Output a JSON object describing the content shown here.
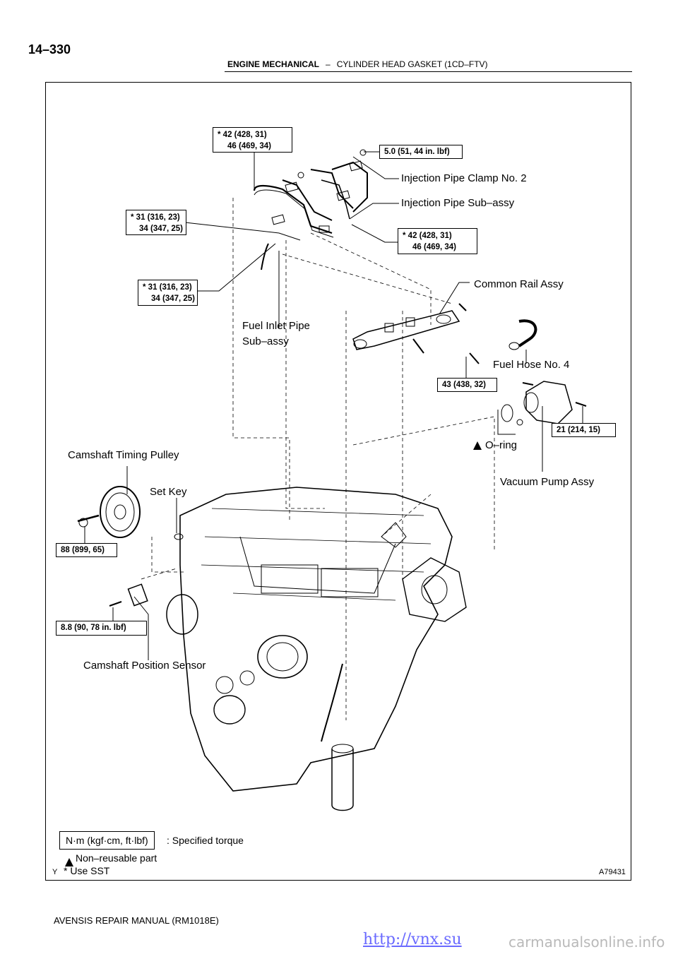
{
  "page": {
    "number": "14–330",
    "section": "ENGINE MECHANICAL",
    "separator": "–",
    "subsection": "CYLINDER HEAD GASKET (1CD–FTV)",
    "footer": "AVENSIS REPAIR MANUAL   (RM1018E)",
    "corner_code": "Y",
    "figure_id": "A79431",
    "watermark_url": "http://vnx.su",
    "watermark_site": "carmanualsonline.info"
  },
  "torques": {
    "t42_top_line1": "* 42 (428, 31)",
    "t42_top_line2": "46 (469, 34)",
    "t50": "5.0 (51, 44 in. lbf)",
    "t31a_line1": "* 31 (316, 23)",
    "t31a_line2": "34 (347, 25)",
    "t42_mid_line1": "* 42 (428, 31)",
    "t42_mid_line2": "46 (469, 34)",
    "t31b_line1": "* 31 (316, 23)",
    "t31b_line2": "34 (347, 25)",
    "t43": "43 (438, 32)",
    "t21": "21 (214, 15)",
    "t88": "88 (899, 65)",
    "t88b": "8.8 (90, 78 in. lbf)"
  },
  "labels": {
    "clamp": "Injection Pipe Clamp No. 2",
    "injection_pipe": "Injection Pipe Sub–assy",
    "common_rail": "Common Rail Assy",
    "fuel_inlet_1": "Fuel Inlet Pipe",
    "fuel_inlet_2": "Sub–assy",
    "fuel_hose": "Fuel Hose No. 4",
    "oring": "O–ring",
    "vacuum_pump": "Vacuum Pump Assy",
    "timing_pulley": "Camshaft Timing Pulley",
    "set_key": "Set Key",
    "cam_sensor": "Camshaft Position Sensor"
  },
  "legend": {
    "unit": "N·m (kgf·cm, ft·lbf)",
    "unit_desc": ": Specified torque",
    "nonreusable": "Non–reusable part",
    "sst": "* Use SST"
  }
}
